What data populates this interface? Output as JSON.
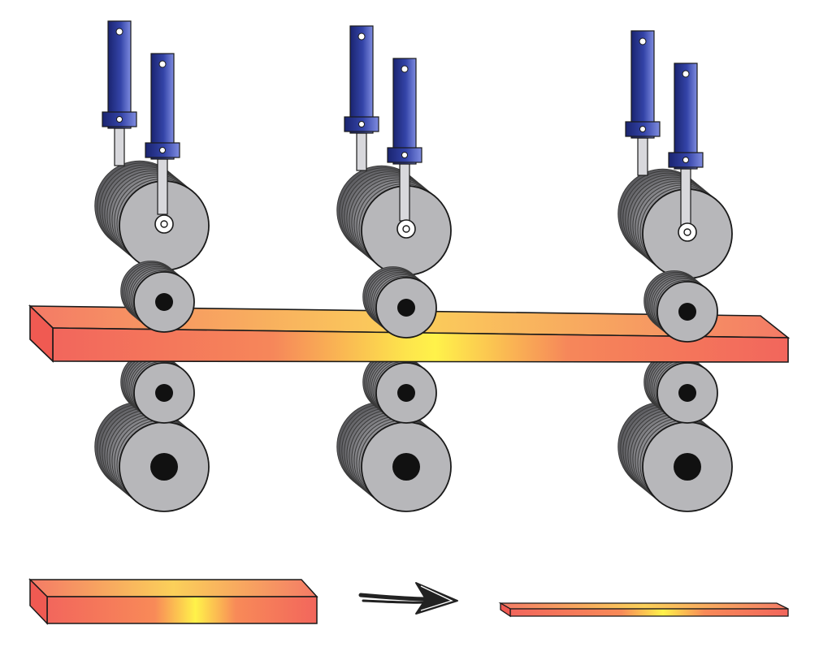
{
  "figure": {
    "subject": "rolling-mill",
    "stand_count": 3,
    "colors": {
      "background": "#ffffff",
      "outline": "#1a1a1a",
      "roll_face": "#b7b7ba",
      "roll_hub": "#111111",
      "cylinder_dark": "#1a2470",
      "cylinder_light": "#6e7bd4",
      "piston_rod": "#d8d8dc",
      "hot_metal_edge": "#f2665c",
      "hot_metal_core": "#fff24a",
      "arrow": "#222222"
    },
    "stands": [
      {
        "name": "stand-1",
        "hot_spot": false
      },
      {
        "name": "stand-2",
        "hot_spot": true
      },
      {
        "name": "stand-3",
        "hot_spot": false
      }
    ],
    "slab": {
      "label": ""
    },
    "process_arrow": {
      "direction": "right"
    },
    "input_slab": {
      "relative_thickness": "thick"
    },
    "output_slab": {
      "relative_thickness": "thin"
    }
  }
}
